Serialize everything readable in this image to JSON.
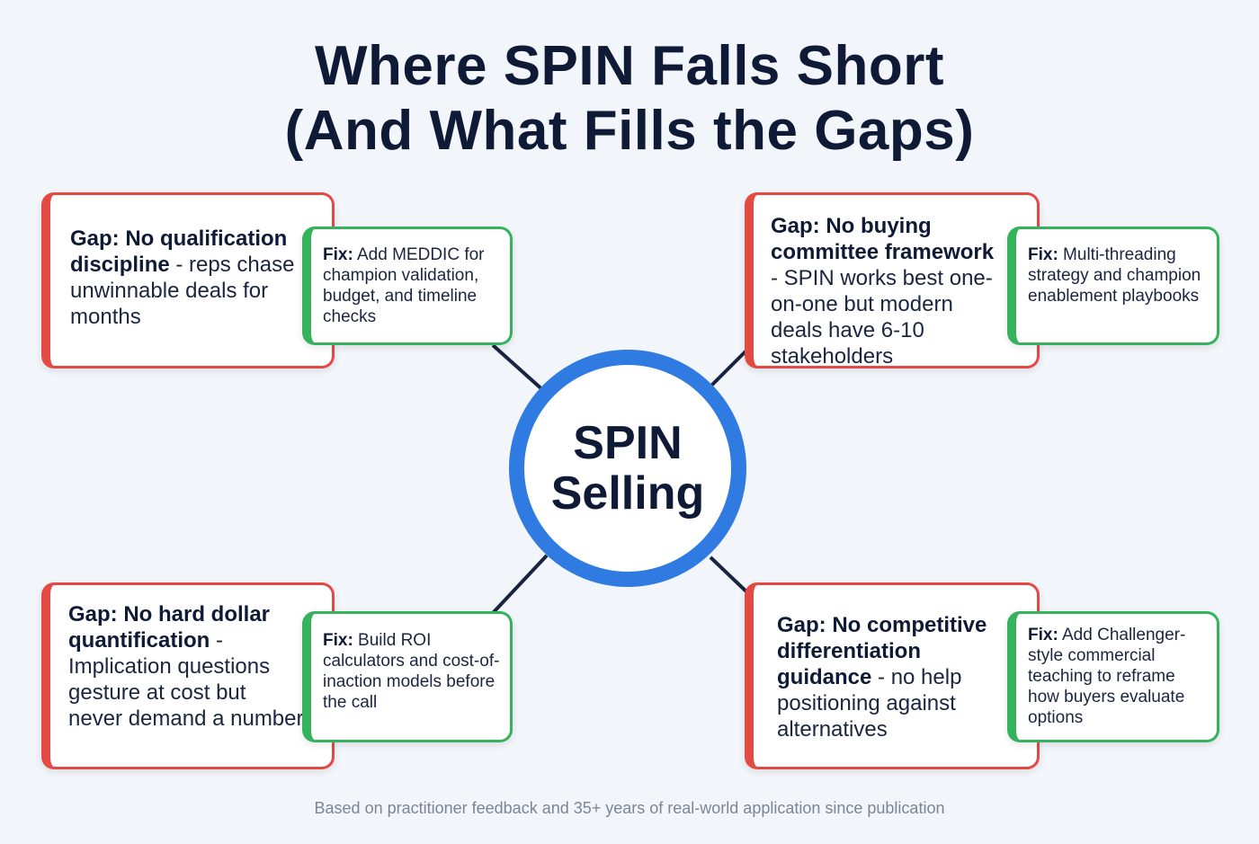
{
  "title": {
    "line1": "Where SPIN Falls Short",
    "line2": "(And What Fills the Gaps)"
  },
  "hub": {
    "line1": "SPIN",
    "line2": "Selling",
    "ring_color": "#2f7be2"
  },
  "colors": {
    "gap_border": "#e24a43",
    "fix_border": "#34b35c",
    "connector": "#1a2340"
  },
  "items": [
    {
      "gap_label": "Gap: No qualification discipline",
      "gap_text": " - reps chase unwinnable deals for months",
      "fix_label": "Fix:",
      "fix_text": " Add MEDDIC for champion validation, budget, and timeline checks"
    },
    {
      "gap_label": "Gap: No buying committee framework",
      "gap_text": " - SPIN works best one-on-one but modern deals have 6-10 stakeholders",
      "fix_label": "Fix:",
      "fix_text": " Multi-threading strategy and champion enablement playbooks"
    },
    {
      "gap_label": "Gap: No hard dollar quantification",
      "gap_text": " - Implication questions gesture at cost but never demand a number",
      "fix_label": "Fix:",
      "fix_text": " Build ROI calculators and cost-of-inaction models before the call"
    },
    {
      "gap_label": "Gap: No competitive differentiation guidance",
      "gap_text": " - no help positioning against alternatives",
      "fix_label": "Fix:",
      "fix_text": " Add Challenger-style commercial teaching to reframe how buyers evaluate options"
    }
  ],
  "footer": "Based on practitioner feedback and 35+ years of real-world application since publication"
}
